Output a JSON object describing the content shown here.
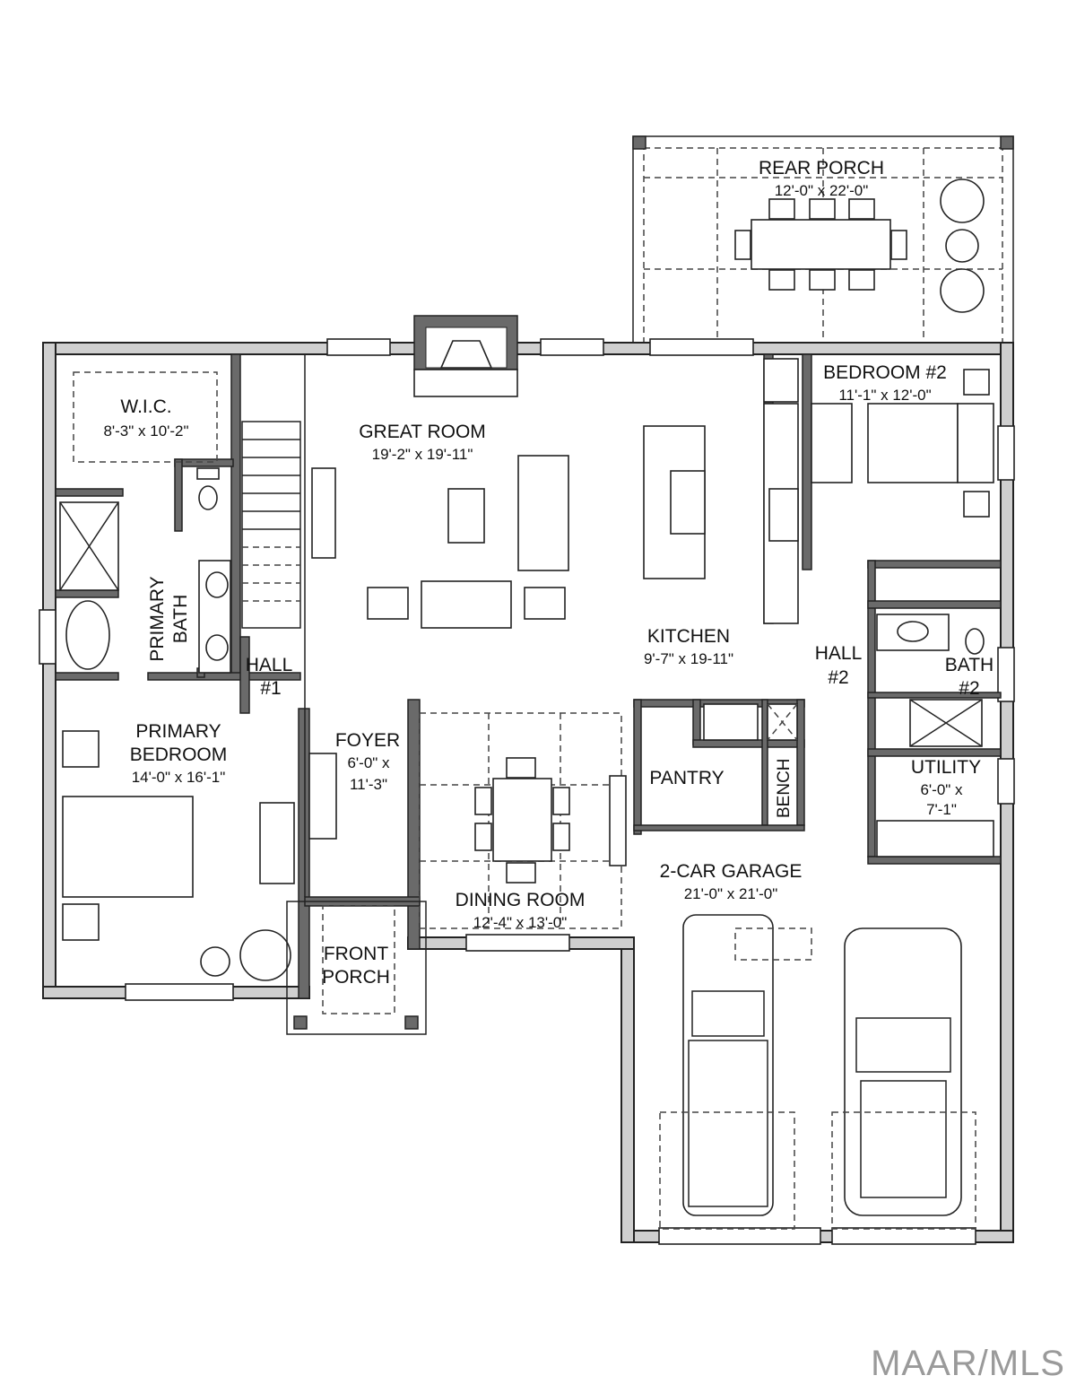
{
  "rooms": {
    "rear_porch": {
      "name": "REAR PORCH",
      "dims": "12'-0\" x 22'-0\""
    },
    "bedroom2": {
      "name": "BEDROOM #2",
      "dims": "11'-1\" x 12'-0\""
    },
    "wic": {
      "name": "W.I.C.",
      "dims": "8'-3\" x 10'-2\""
    },
    "great_room": {
      "name": "GREAT ROOM",
      "dims": "19'-2\" x 19'-11\""
    },
    "primary_bath": {
      "line1": "PRIMARY",
      "line2": "BATH"
    },
    "kitchen": {
      "name": "KITCHEN",
      "dims": "9'-7\" x 19-11\""
    },
    "hall1": {
      "line1": "HALL",
      "line2": "#1"
    },
    "hall2": {
      "line1": "HALL",
      "line2": "#2"
    },
    "bath2": {
      "line1": "BATH",
      "line2": "#2"
    },
    "primary_bedroom": {
      "line1": "PRIMARY",
      "line2": "BEDROOM",
      "dims": "14'-0\" x 16'-1\""
    },
    "foyer": {
      "name": "FOYER",
      "dims1": "6'-0\" x",
      "dims2": "11'-3\""
    },
    "pantry": {
      "name": "PANTRY"
    },
    "bench": {
      "name": "BENCH"
    },
    "utility": {
      "name": "UTILITY",
      "dims1": "6'-0\" x",
      "dims2": "7'-1\""
    },
    "garage": {
      "name": "2-CAR GARAGE",
      "dims": "21'-0\" x 21'-0\""
    },
    "dining": {
      "name": "DINING ROOM",
      "dims": "12'-4\" x 13'-0\""
    },
    "front_porch": {
      "line1": "FRONT",
      "line2": "PORCH"
    }
  },
  "watermark": "MAAR/MLS"
}
